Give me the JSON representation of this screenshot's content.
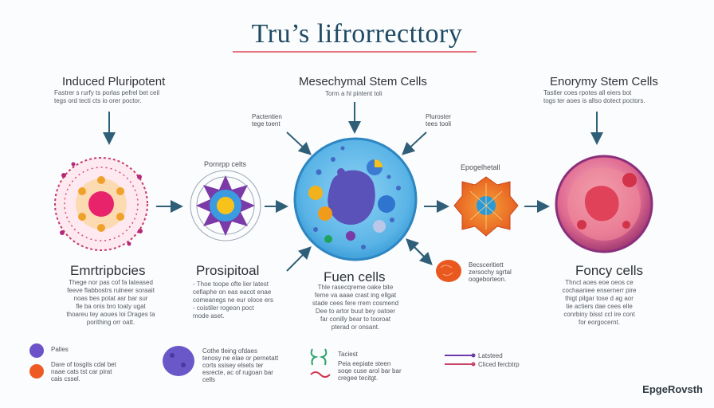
{
  "title": "Tru’s lifrorrecttory",
  "stem_cells": {
    "left": {
      "heading": "Induced Pluripotent",
      "desc": "Fastrer s rurfy ts porlas pefrel bet ceil\ntegs ord tecti cts io orer poctor."
    },
    "center": {
      "heading": "Mesechymal Stem Cells",
      "desc": "Torm a hl pintent toli"
    },
    "right": {
      "heading": "Enorymy Stem Cells",
      "desc": "Tastler coes rpotes all eiers bot\ntogs ter aoes is allso dotect poctors."
    }
  },
  "callouts": {
    "left": "Pactentien\ntege toent",
    "right": "Pluroster\ntees tooli"
  },
  "mid_labels": {
    "left": "Pornrpp celts",
    "right": "Epogelhetall"
  },
  "bottom_row": [
    {
      "heading": "Emrtripbcies",
      "desc": "Thege nor pas cof fa lateased\nfeeve flabbostrs rulneer soraait\nnoas bes potat asr bar sur\nfle ba onis bro toaty ugat\nthoareu tey aoues loi Drages ta\nporithing orr oatt."
    },
    {
      "heading": "Prosipitoal",
      "desc": "- Thoe toope ofte lier latest\n  cefiaphe on eas eacot enae\n  comeanegs ne eur oloce ers\n- coistiler rogeon poct\n  mode aset."
    },
    {
      "heading": "Fuen cells",
      "desc": "Thle rasecqreme oake bite\nfeme va aaae crast ing ellgat\nstade cees fere rrem cosmend\nDee to artor buut bey oatoer\nfar conilly bear to tooroat\npterad or onsant."
    },
    {
      "heading": "Foncy cells",
      "desc": "Thnct aoes eoe oeos ce\ncochaaniee ensernerr pire\nthigt pilgar tose d ag aor\ntie actiers dae cees elle\nconrbiny bisst ccl ire cont\nfor eorgocernt."
    }
  ],
  "small_cell_label": "Becsceritiett\nzersochy sgrtal\noogeborteon.",
  "legend": [
    {
      "title": "Palles",
      "text": ""
    },
    {
      "title": "",
      "text": "Dare of tosgits cdal bet\nnaae cats tst car pirat\ncais cssel."
    },
    {
      "title": "Cothe tleing ofdaes",
      "text": "tenosy ne elae or pernetatt\ncorts ssisey elsets ter\nesrecte, ac of rugoan bar\ncells"
    },
    {
      "title": "Taciest",
      "text": "Peia eepiate steen\nsoqe cuse arol bar bar\ncregee tecitgt."
    },
    {
      "title": "Latsteed",
      "text": ""
    },
    {
      "title": "Cliced fercbtrp",
      "text": ""
    }
  ],
  "brand": "EpgeRovsth",
  "colors": {
    "title": "#1f4a63",
    "rule": "#e7737f",
    "arrow": "#2f5f78",
    "center_cell": "#62b8e8"
  }
}
